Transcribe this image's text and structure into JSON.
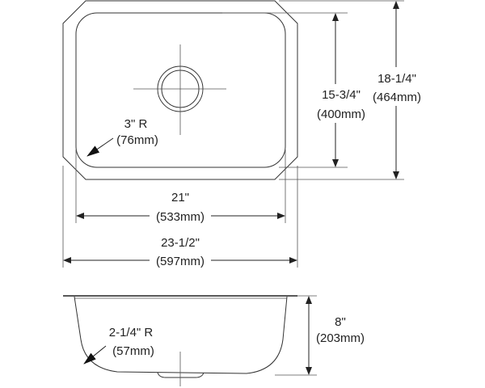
{
  "top_view": {
    "corner_radius": {
      "imperial": "3\" R",
      "metric": "(76mm)"
    },
    "bowl_length": {
      "imperial": "15-3/4\"",
      "metric": "(400mm)"
    },
    "overall_length": {
      "imperial": "18-1/4\"",
      "metric": "(464mm)"
    },
    "bowl_width": {
      "imperial": "21\"",
      "metric": "(533mm)"
    },
    "overall_width": {
      "imperial": "23-1/2\"",
      "metric": "(597mm)"
    }
  },
  "side_view": {
    "bottom_radius": {
      "imperial": "2-1/4\" R",
      "metric": "(57mm)"
    },
    "depth": {
      "imperial": "8\"",
      "metric": "(203mm)"
    }
  }
}
